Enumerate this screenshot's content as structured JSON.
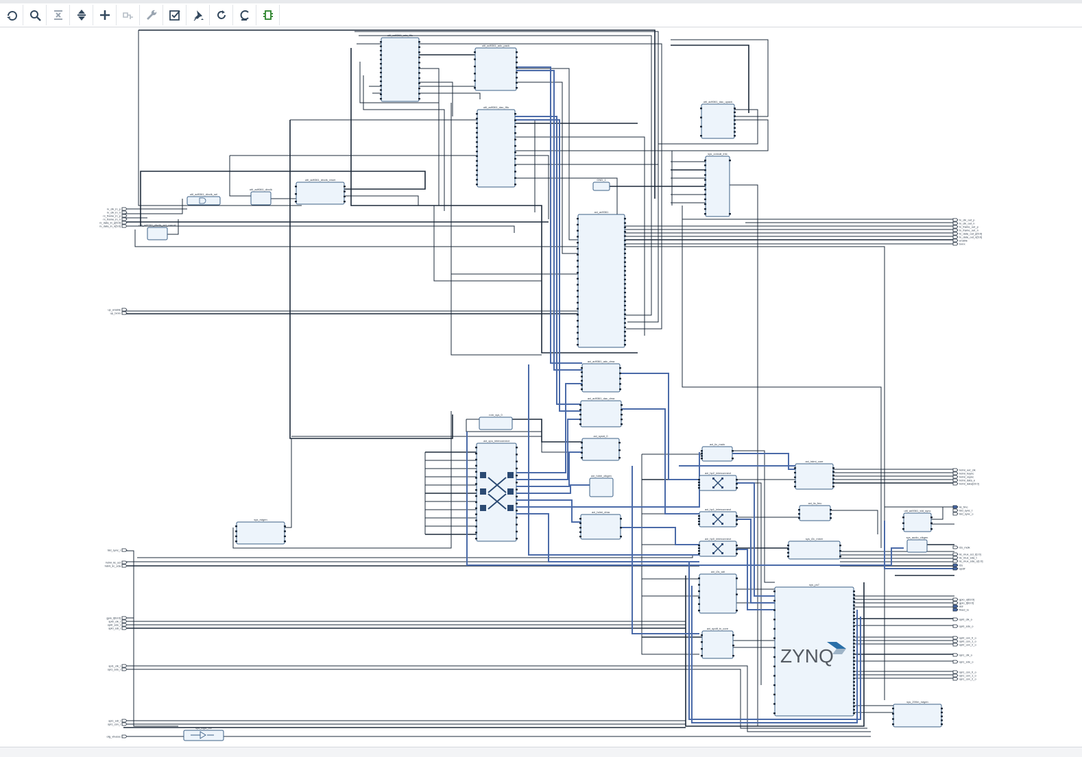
{
  "toolbar": {
    "tools": [
      {
        "id": "fit",
        "icon": "fit-icon",
        "enabled": true
      },
      {
        "id": "zoom",
        "icon": "zoom-icon",
        "enabled": true
      },
      {
        "id": "collapse",
        "icon": "collapse-icon",
        "enabled": false
      },
      {
        "id": "expand",
        "icon": "expand-icon",
        "enabled": true
      },
      {
        "id": "add-ip",
        "icon": "plus-icon",
        "enabled": true
      },
      {
        "id": "make-connection",
        "icon": "connect-icon",
        "enabled": false
      },
      {
        "id": "properties",
        "icon": "wrench-icon",
        "enabled": false
      },
      {
        "id": "validate",
        "icon": "validate-icon",
        "enabled": true
      },
      {
        "id": "auto-connect",
        "icon": "pin-icon",
        "enabled": true
      },
      {
        "id": "regenerate",
        "icon": "refresh-icon",
        "enabled": true
      },
      {
        "id": "optimize-routing",
        "icon": "route-icon",
        "enabled": true
      },
      {
        "id": "hierarchy",
        "icon": "module-icon",
        "enabled": true
      }
    ]
  },
  "colors": {
    "block_fill": "#edf4fb",
    "block_stroke": "#3b5f86",
    "net": "#1b2838",
    "bus": "#4a6aa8",
    "port": "#1b2838"
  },
  "diagram": {
    "blocks": [
      {
        "id": "b1",
        "label": "util_ad9361_adc_fifo"
      },
      {
        "id": "b2",
        "label": "util_ad9361_adc_pack"
      },
      {
        "id": "b3",
        "label": "util_ad9361_dac_fifo"
      },
      {
        "id": "b4",
        "label": "util_ad9361_dac_upack"
      },
      {
        "id": "b5",
        "label": "sys_concat_intc"
      },
      {
        "id": "b6",
        "label": "GND_1"
      },
      {
        "id": "b7",
        "label": "axi_ad9361"
      },
      {
        "id": "b8",
        "label": "util_ad9361_divclk_sel"
      },
      {
        "id": "b9",
        "label": "util_ad9361_divclk"
      },
      {
        "id": "b10",
        "label": "util_ad9361_divclk_reset"
      },
      {
        "id": "b11",
        "label": "util_ad9361_divclk_sel_concat"
      },
      {
        "id": "b12",
        "label": "axi_ad9361_adc_dma"
      },
      {
        "id": "b13",
        "label": "axi_ad9361_dac_dma"
      },
      {
        "id": "b14",
        "label": "axi_sysid_0"
      },
      {
        "id": "b15",
        "label": "rom_sys_0"
      },
      {
        "id": "b16",
        "label": "axi_cpu_interconnect"
      },
      {
        "id": "b17",
        "label": "axi_hdmi_clkgen"
      },
      {
        "id": "b18",
        "label": "axi_hdmi_dma"
      },
      {
        "id": "b19",
        "label": "sys_rstgen"
      },
      {
        "id": "b20",
        "label": "axi_iic_main"
      },
      {
        "id": "b21",
        "label": "axi_hp2_interconnect"
      },
      {
        "id": "b22",
        "label": "axi_hp1_interconnect"
      },
      {
        "id": "b23",
        "label": "axi_hp0_interconnect"
      },
      {
        "id": "b24",
        "label": "axi_hdmi_core"
      },
      {
        "id": "b25",
        "label": "axi_iic_fmc"
      },
      {
        "id": "b26",
        "label": "util_ad9361_tdd_sync"
      },
      {
        "id": "b27",
        "label": "sys_i2c_mixer"
      },
      {
        "id": "b28",
        "label": "sys_audio_clkgen"
      },
      {
        "id": "b29",
        "label": "axi_i2s_adi"
      },
      {
        "id": "b30",
        "label": "axi_spdif_tx_core"
      },
      {
        "id": "b31",
        "label": "sys_ps7"
      },
      {
        "id": "b32",
        "label": "sys_200m_rstgen"
      },
      {
        "id": "b33",
        "label": "sys_logic_inv"
      }
    ],
    "left_ports": [
      {
        "id": "lp1",
        "label": "rx_clk_in_p"
      },
      {
        "id": "lp2",
        "label": "rx_clk_in_n"
      },
      {
        "id": "lp3",
        "label": "rx_frame_in_p"
      },
      {
        "id": "lp4",
        "label": "rx_frame_in_n"
      },
      {
        "id": "lp5",
        "label": "rx_data_in_p[5:0]"
      },
      {
        "id": "lp6",
        "label": "rx_data_in_n[5:0]"
      },
      {
        "id": "lp7",
        "label": "up_enable"
      },
      {
        "id": "lp8",
        "label": "up_txnrx"
      },
      {
        "id": "lp9",
        "label": "tdd_sync_i"
      },
      {
        "id": "lp10",
        "label": "hdmi_iic_scl"
      },
      {
        "id": "lp11",
        "label": "hdmi_iic_sda"
      },
      {
        "id": "lp12",
        "label": "gpio_i[63:0]"
      },
      {
        "id": "lp13",
        "label": "spi0_clk_i"
      },
      {
        "id": "lp14",
        "label": "spi0_sdo_i"
      },
      {
        "id": "lp15",
        "label": "spi0_sdi_i"
      },
      {
        "id": "lp16",
        "label": "spi1_clk_i"
      },
      {
        "id": "lp17",
        "label": "spi1_sdo_i"
      },
      {
        "id": "lp18",
        "label": "spi1_sdi_i"
      },
      {
        "id": "lp19",
        "label": "spi1_csn_i"
      },
      {
        "id": "lp20",
        "label": "otg_vbusoc"
      }
    ],
    "right_ports": [
      {
        "id": "rp1",
        "label": "tx_clk_out_p"
      },
      {
        "id": "rp2",
        "label": "tx_clk_out_n"
      },
      {
        "id": "rp3",
        "label": "tx_frame_out_p"
      },
      {
        "id": "rp4",
        "label": "tx_frame_out_n"
      },
      {
        "id": "rp5",
        "label": "tx_data_out_p[5:0]"
      },
      {
        "id": "rp6",
        "label": "tx_data_out_n[5:0]"
      },
      {
        "id": "rp7",
        "label": "enable"
      },
      {
        "id": "rp8",
        "label": "txnrx"
      },
      {
        "id": "rp9",
        "label": "hdmi_out_clk"
      },
      {
        "id": "rp10",
        "label": "hdmi_hsync"
      },
      {
        "id": "rp11",
        "label": "hdmi_vsync"
      },
      {
        "id": "rp12",
        "label": "hdmi_data_e"
      },
      {
        "id": "rp13",
        "label": "hdmi_data[15:0]"
      },
      {
        "id": "rp14",
        "label": "iic_fmc"
      },
      {
        "id": "rp15",
        "label": "tdd_sync_t"
      },
      {
        "id": "rp16",
        "label": "tdd_sync_o"
      },
      {
        "id": "rp17",
        "label": "i2s_mclk"
      },
      {
        "id": "rp18",
        "label": "iic_mux_scl_i[1:0]"
      },
      {
        "id": "rp19",
        "label": "iic_mux_sda_t"
      },
      {
        "id": "rp20",
        "label": "iic_mux_sda_o[1:0]"
      },
      {
        "id": "rp21",
        "label": "i2s"
      },
      {
        "id": "rp22",
        "label": "spdif"
      },
      {
        "id": "rp23",
        "label": "gpio_o[63:0]"
      },
      {
        "id": "rp24",
        "label": "gpio_t[63:0]"
      },
      {
        "id": "rp25",
        "label": "ddr"
      },
      {
        "id": "rp26",
        "label": "fixed_io"
      },
      {
        "id": "rp27",
        "label": "spi0_clk_o"
      },
      {
        "id": "rp28",
        "label": "spi0_sdo_o"
      },
      {
        "id": "rp29",
        "label": "spi0_csn_0_o"
      },
      {
        "id": "rp30",
        "label": "spi0_csn_1_o"
      },
      {
        "id": "rp31",
        "label": "spi0_csn_2_o"
      },
      {
        "id": "rp32",
        "label": "spi1_clk_o"
      },
      {
        "id": "rp33",
        "label": "spi1_sdo_o"
      },
      {
        "id": "rp34",
        "label": "spi1_csn_0_o"
      },
      {
        "id": "rp35",
        "label": "spi1_csn_1_o"
      },
      {
        "id": "rp36",
        "label": "spi1_csn_2_o"
      }
    ],
    "zynq_logo": "ZYNQ"
  }
}
